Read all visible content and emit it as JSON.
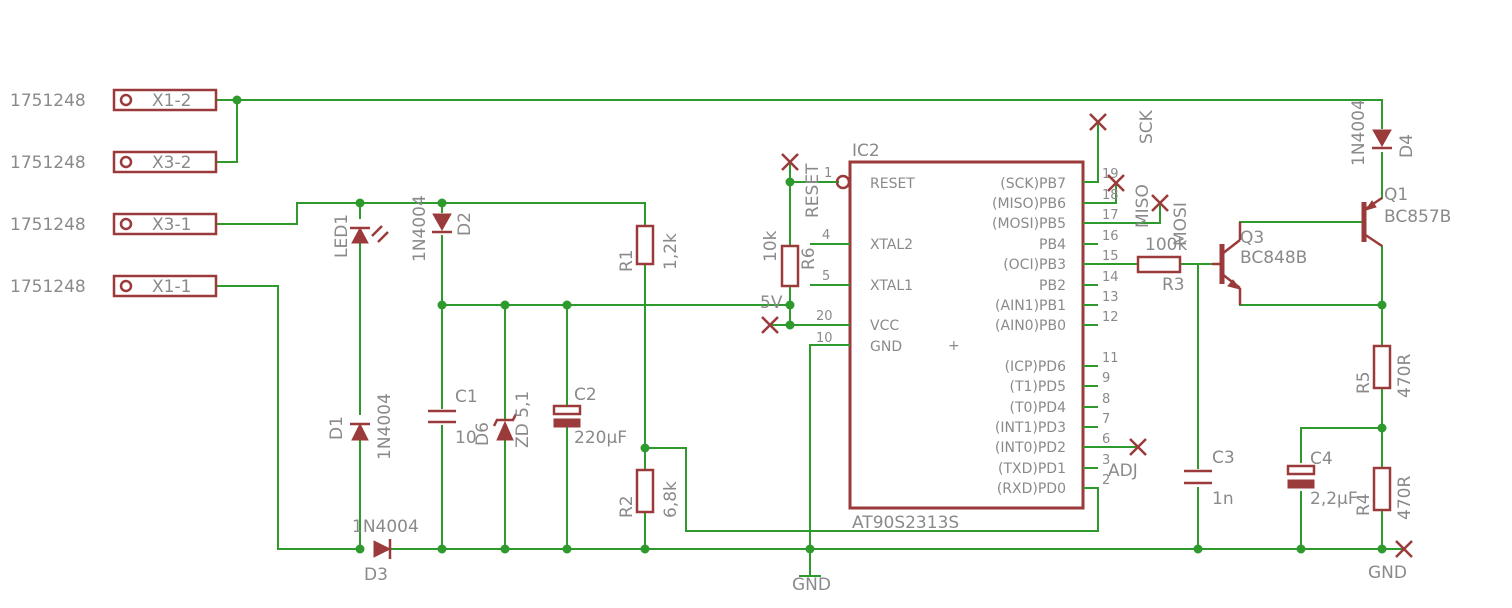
{
  "connectors": [
    {
      "part": "1751248",
      "name": "X1-2"
    },
    {
      "part": "1751248",
      "name": "X3-2"
    },
    {
      "part": "1751248",
      "name": "X3-1"
    },
    {
      "part": "1751248",
      "name": "X1-1"
    }
  ],
  "ic": {
    "ref": "IC2",
    "value": "AT90S2313S",
    "left_pins": [
      {
        "num": "1",
        "name": "RESET"
      },
      {
        "num": "4",
        "name": "XTAL2"
      },
      {
        "num": "5",
        "name": "XTAL1"
      },
      {
        "num": "20",
        "name": "VCC"
      },
      {
        "num": "10",
        "name": "GND"
      }
    ],
    "right_pins": [
      {
        "num": "19",
        "name": "(SCK)PB7"
      },
      {
        "num": "18",
        "name": "(MISO)PB6"
      },
      {
        "num": "17",
        "name": "(MOSI)PB5"
      },
      {
        "num": "16",
        "name": "PB4"
      },
      {
        "num": "15",
        "name": "(OCI)PB3"
      },
      {
        "num": "14",
        "name": "PB2"
      },
      {
        "num": "13",
        "name": "(AIN1)PB1"
      },
      {
        "num": "12",
        "name": "(AIN0)PB0"
      },
      {
        "num": "11",
        "name": "(ICP)PD6"
      },
      {
        "num": "9",
        "name": "(T1)PD5"
      },
      {
        "num": "8",
        "name": "(T0)PD4"
      },
      {
        "num": "7",
        "name": "(INT1)PD3"
      },
      {
        "num": "6",
        "name": "(INT0)PD2"
      },
      {
        "num": "3",
        "name": "(TXD)PD1"
      },
      {
        "num": "2",
        "name": "(RXD)PD0"
      }
    ]
  },
  "parts": {
    "led1": "LED1",
    "d1": {
      "ref": "D1",
      "value": "1N4004"
    },
    "d2": {
      "ref": "D2",
      "value": "1N4004"
    },
    "d3": {
      "ref": "D3",
      "value": "1N4004"
    },
    "d4": {
      "ref": "D4",
      "value": "1N4004"
    },
    "d6": {
      "ref": "D6",
      "value": "ZD 5,1"
    },
    "c1": {
      "ref": "C1",
      "value": "10"
    },
    "c2": {
      "ref": "C2",
      "value": "220µF"
    },
    "c3": {
      "ref": "C3",
      "value": "1n"
    },
    "c4": {
      "ref": "C4",
      "value": "2,2µF"
    },
    "r1": {
      "ref": "R1",
      "value": "1,2k"
    },
    "r2": {
      "ref": "R2",
      "value": "6,8k"
    },
    "r3": {
      "ref": "R3",
      "value": "100k"
    },
    "r4": {
      "ref": "R4",
      "value": "470R"
    },
    "r5": {
      "ref": "R5",
      "value": "470R"
    },
    "r6": {
      "ref": "R6",
      "value": "10k"
    },
    "q1": {
      "ref": "Q1",
      "value": "BC857B"
    },
    "q3": {
      "ref": "Q3",
      "value": "BC848B"
    }
  },
  "nets": {
    "reset": "RESET",
    "sck": "SCK",
    "miso": "MISO",
    "mosi": "MOSI",
    "v5": "5V",
    "adj": "ADJ",
    "gnd1": "GND",
    "gnd2": "GND"
  }
}
